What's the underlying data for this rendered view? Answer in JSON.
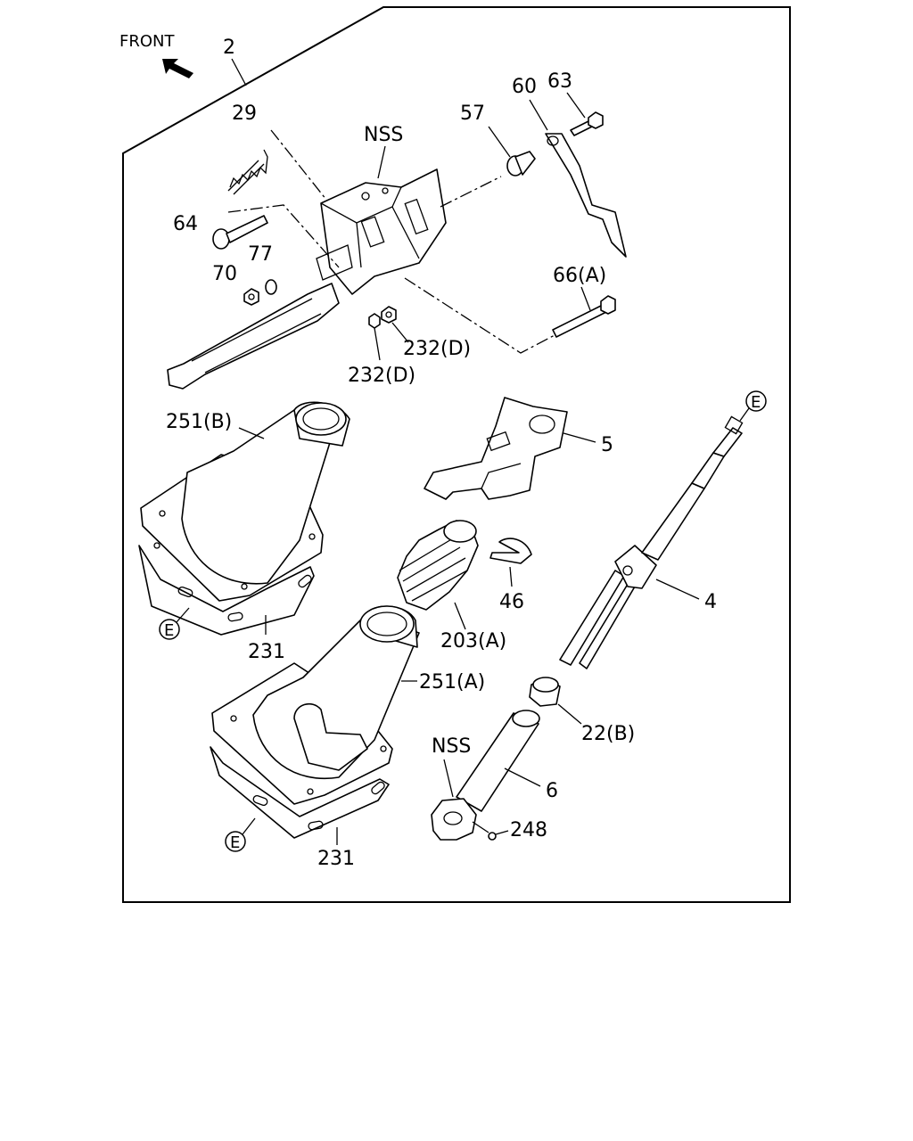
{
  "direction_label": "FRONT",
  "callouts": {
    "c2": "2",
    "c29": "29",
    "c64": "64",
    "c70": "70",
    "c77": "77",
    "nss_top": "NSS",
    "c57": "57",
    "c60": "60",
    "c63": "63",
    "c66a": "66(A)",
    "c232d_right": "232(D)",
    "c232d_left": "232(D)",
    "c251b": "251(B)",
    "c5": "5",
    "c4": "4",
    "c231_top": "231",
    "c203a": "203(A)",
    "c46": "46",
    "c251a": "251(A)",
    "c22b": "22(B)",
    "nss_bottom": "NSS",
    "c6": "6",
    "c248": "248",
    "c231_bottom": "231"
  },
  "connector_marks": {
    "e_top_right": "E",
    "e_left_upper": "E",
    "e_left_lower": "E"
  }
}
